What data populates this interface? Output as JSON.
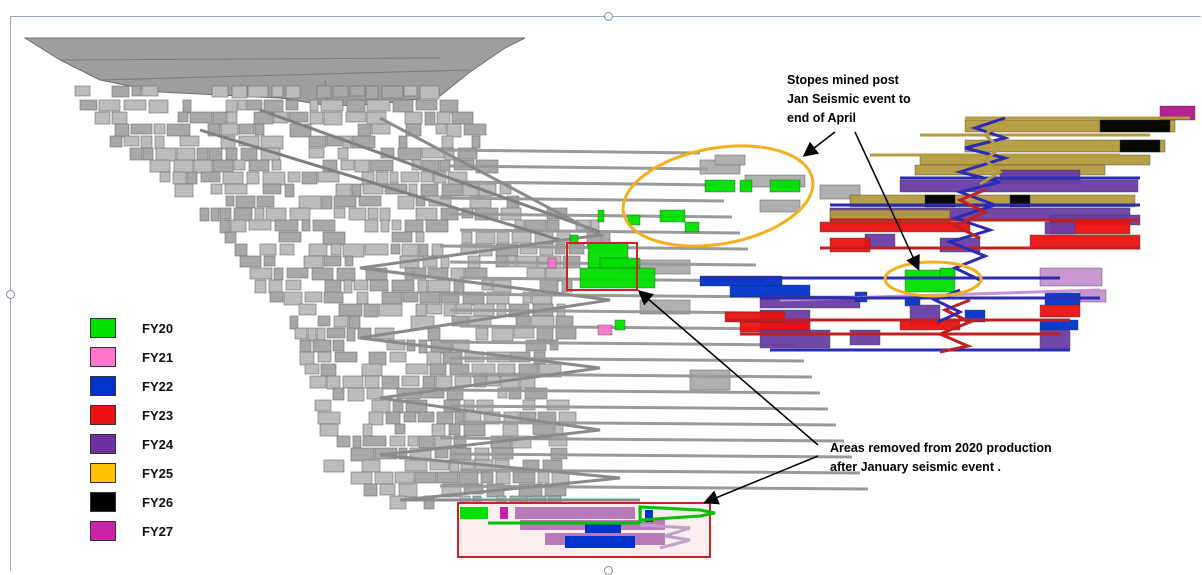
{
  "legend": {
    "items": [
      {
        "label": "FY20",
        "color": "#00e000"
      },
      {
        "label": "FY21",
        "color": "#ff77cc"
      },
      {
        "label": "FY22",
        "color": "#0033cc"
      },
      {
        "label": "FY23",
        "color": "#ee1111"
      },
      {
        "label": "FY24",
        "color": "#7030a0"
      },
      {
        "label": "FY25",
        "color": "#ffc000"
      },
      {
        "label": "FY26",
        "color": "#000000"
      },
      {
        "label": "FY27",
        "color": "#cc22aa"
      }
    ]
  },
  "annotations": {
    "stopes_mined": "Stopes mined post\nJan Seismic event to\nend of April",
    "areas_removed": "Areas removed from 2020 production\nafter January seismic event ."
  },
  "colors": {
    "mine_grey": "#a9a9a9",
    "highlight_ellipse": "#f2b01e",
    "highlight_box": "#d21f1f",
    "arrow": "#000000"
  }
}
